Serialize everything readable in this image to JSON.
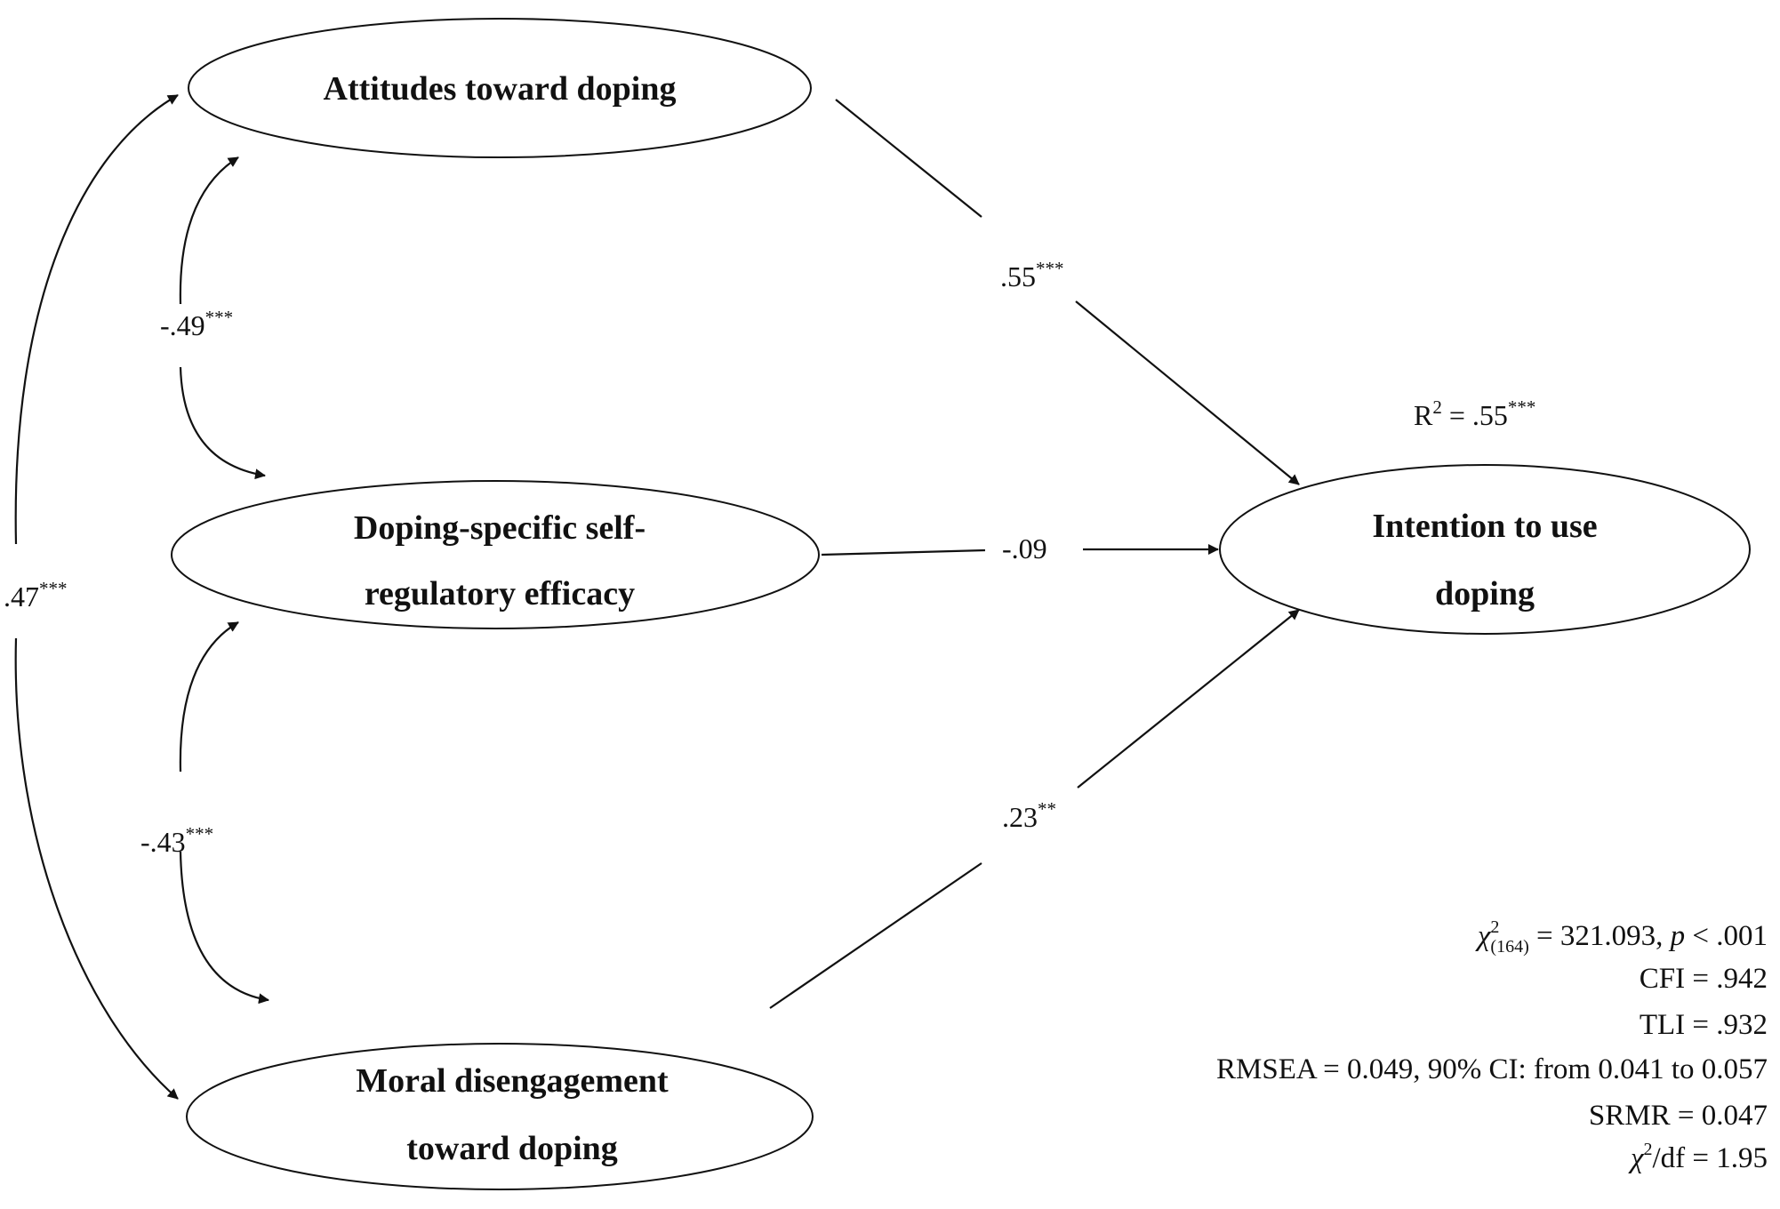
{
  "nodes": {
    "attitudes": {
      "lines": [
        "Attitudes toward doping"
      ]
    },
    "efficacy": {
      "lines": [
        "Doping-specific self-",
        "regulatory efficacy"
      ]
    },
    "moral": {
      "lines": [
        "Moral disengagement",
        "toward doping"
      ]
    },
    "intention": {
      "lines": [
        "Intention to use",
        "doping"
      ]
    }
  },
  "paths": {
    "attitudes_to_intention": {
      "value": ".55",
      "sig": "***"
    },
    "efficacy_to_intention": {
      "value": "-.09",
      "sig": ""
    },
    "moral_to_intention": {
      "value": ".23",
      "sig": "**"
    }
  },
  "correlations": {
    "attitudes_efficacy": {
      "value": "-.49",
      "sig": "***"
    },
    "efficacy_moral": {
      "value": "-.43",
      "sig": "***"
    },
    "attitudes_moral": {
      "value": ".47",
      "sig": "***"
    }
  },
  "r_squared": {
    "label": "R",
    "exp": "2",
    "value": " = .55",
    "sig": "***"
  },
  "fit_indices": {
    "chi_sq": {
      "symbol": "χ",
      "exp": "2",
      "sub": "(164)",
      "text": " = 321.093, ",
      "p": "p",
      "p_text": " < .001"
    },
    "cfi": "CFI = .942",
    "tli": "TLI = .932",
    "rmsea": "RMSEA = 0.049,  90% CI: from 0.041 to 0.057",
    "srmr": "SRMR = 0.047",
    "chi_df": {
      "symbol": "χ",
      "exp": "2",
      "text": "/df = 1.95"
    }
  }
}
